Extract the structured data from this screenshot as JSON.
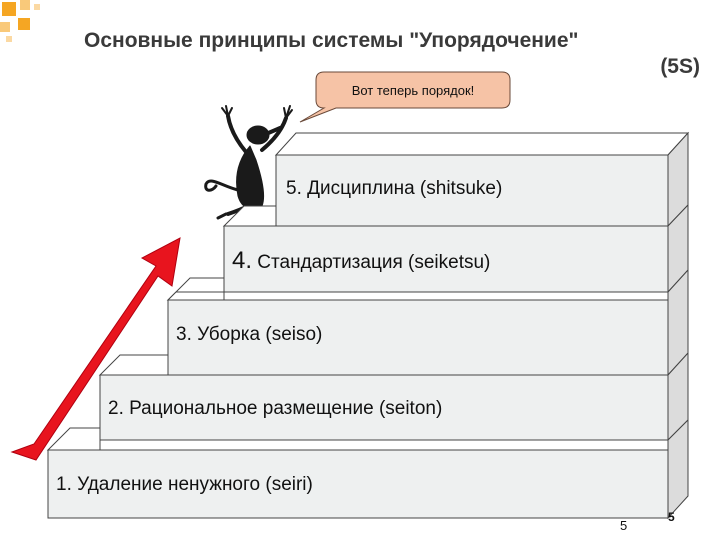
{
  "title": {
    "line1": "Основные принципы системы \"Упорядочение\"",
    "line2": "(5S)"
  },
  "speech_bubble": {
    "text": "Вот теперь порядок!"
  },
  "steps": [
    {
      "label": "1. Удаление ненужного (seiri)"
    },
    {
      "label": "2. Рациональное размещение (seiton)"
    },
    {
      "label": "3. Уборка (seiso)"
    },
    {
      "label": "4. Стандартизация (seiketsu)"
    },
    {
      "label": "5. Дисциплина (shitsuke)"
    }
  ],
  "page_number": "5",
  "page_number_small": "5",
  "colors": {
    "step_face": "#eef0f0",
    "step_top": "#ffffff",
    "step_side": "#dcdcdc",
    "arrow": "#e8141e",
    "logo_orange": "#f5a623",
    "bubble_fill": "#f6c3a6"
  }
}
